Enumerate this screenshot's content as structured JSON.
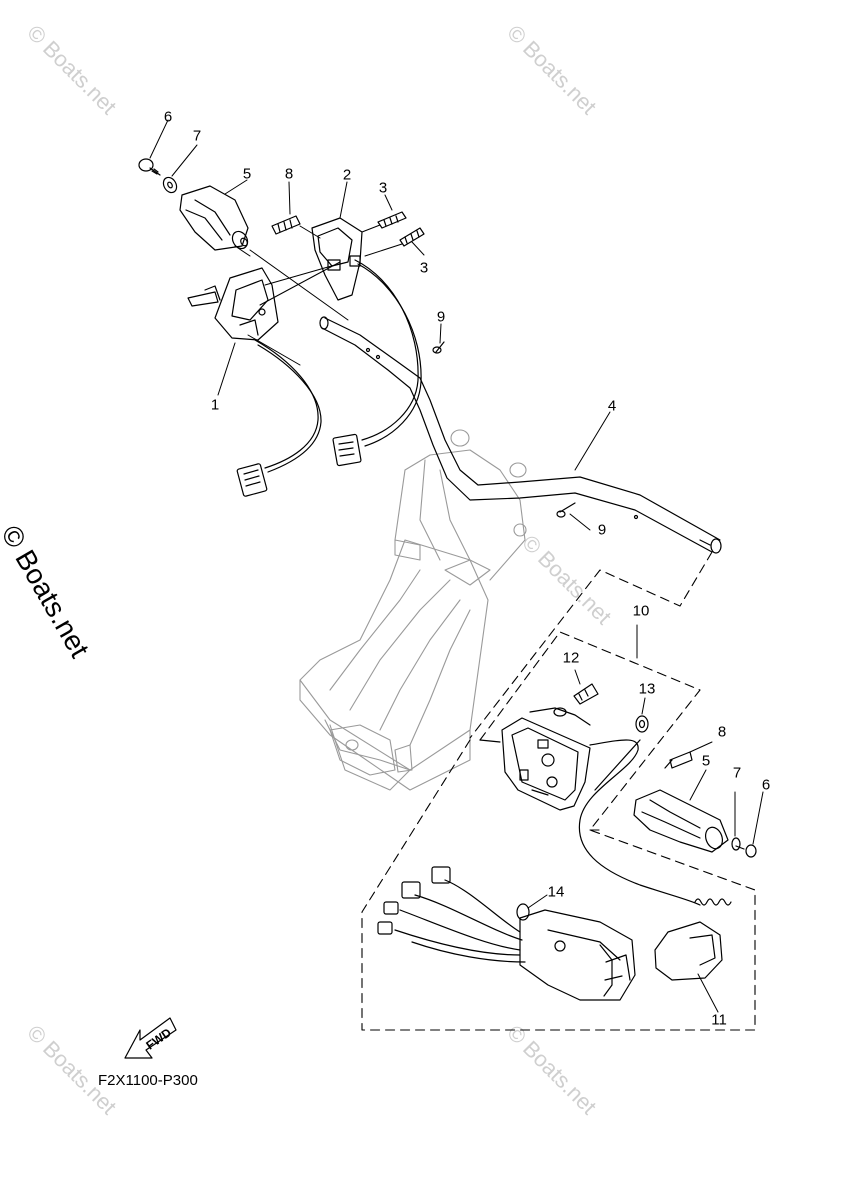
{
  "watermark": "© Boats.net",
  "side_watermark": "© Boats.net",
  "diagram_code": "F2X1100-P300",
  "fwd_label": "FWD",
  "callouts": {
    "c1": "1",
    "c2": "2",
    "c3a": "3",
    "c3b": "3",
    "c4": "4",
    "c5a": "5",
    "c5b": "5",
    "c6a": "6",
    "c6b": "6",
    "c7a": "7",
    "c7b": "7",
    "c8a": "8",
    "c8b": "8",
    "c9a": "9",
    "c9b": "9",
    "c10": "10",
    "c11": "11",
    "c12": "12",
    "c13": "13",
    "c14": "14"
  }
}
